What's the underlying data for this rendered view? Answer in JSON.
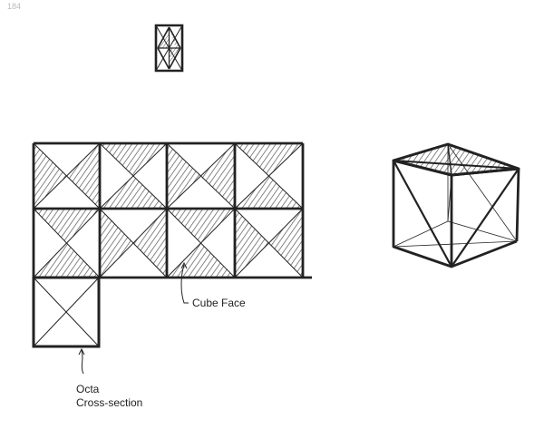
{
  "page_number": "184",
  "labels": {
    "cube_face": "Cube Face",
    "octa_line1": "Octa",
    "octa_line2": "Cross-section"
  },
  "colors": {
    "ink": "#222222",
    "paper": "#ffffff",
    "hatch": "#555555"
  }
}
